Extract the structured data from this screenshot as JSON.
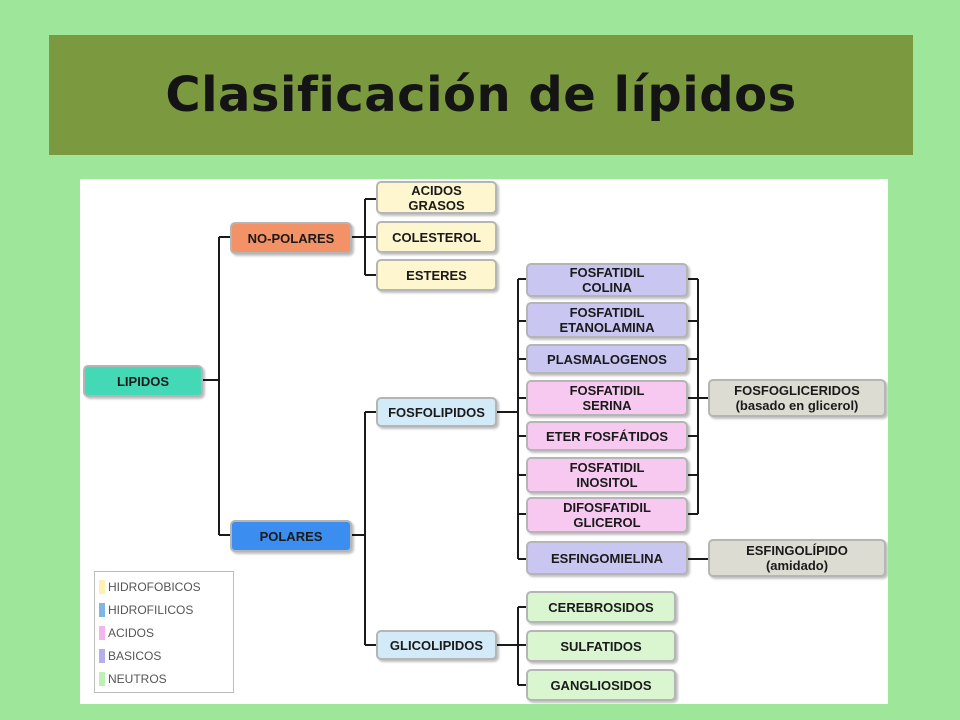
{
  "title": "Clasificación de lípidos",
  "colors": {
    "background": "#9ee79a",
    "title_bar": "#7b9a3f",
    "hidrofobicos": "#fdf6cf",
    "hidrofilicos": "#d3eaf8",
    "acidos": "#f7c9f1",
    "basicos": "#cac6f2",
    "neutros": "#d9f6d1",
    "no_polares": "#f29266",
    "lipidos": "#44d9b6",
    "polares": "#3b8ef0",
    "gris": "#dcdcd2"
  },
  "nodes": {
    "lipidos": "LIPIDOS",
    "no_polares": "NO-POLARES",
    "polares": "POLARES",
    "acidos_grasos": "ACIDOS\nGRASOS",
    "colesterol": "COLESTEROL",
    "esteres": "ESTERES",
    "fosfolipidos": "FOSFOLIPIDOS",
    "glicolipidos": "GLICOLIPIDOS",
    "fosfatidil_colina": "FOSFATIDIL\nCOLINA",
    "fosfatidil_etanolamina": "FOSFATIDIL\nETANOLAMINA",
    "plasmalogenos": "PLASMALOGENOS",
    "fosfatidil_serina": "FOSFATIDIL\nSERINA",
    "eter_fosfatidos": "ETER FOSFÁTIDOS",
    "fosfatidil_inositol": "FOSFATIDIL\nINOSITOL",
    "difosfatidil_glicerol": "DIFOSFATIDIL\nGLICEROL",
    "esfingomielina": "ESFINGOMIELINA",
    "fosfogliceridos": "FOSFOGLICERIDOS\n(basado en glicerol)",
    "esfingolipido": "ESFINGOLÍPIDO\n(amidado)",
    "cerebrosidos": "CEREBROSIDOS",
    "sulfatidos": "SULFATIDOS",
    "gangliosidos": "GANGLIOSIDOS"
  },
  "legend": [
    {
      "label": "HIDROFOBICOS",
      "color": "#fdf0b0"
    },
    {
      "label": "HIDROFILICOS",
      "color": "#7fb6e6"
    },
    {
      "label": "ACIDOS",
      "color": "#f3b6ec"
    },
    {
      "label": "BASICOS",
      "color": "#b6b0ea"
    },
    {
      "label": "NEUTROS",
      "color": "#bfeeb6"
    }
  ]
}
